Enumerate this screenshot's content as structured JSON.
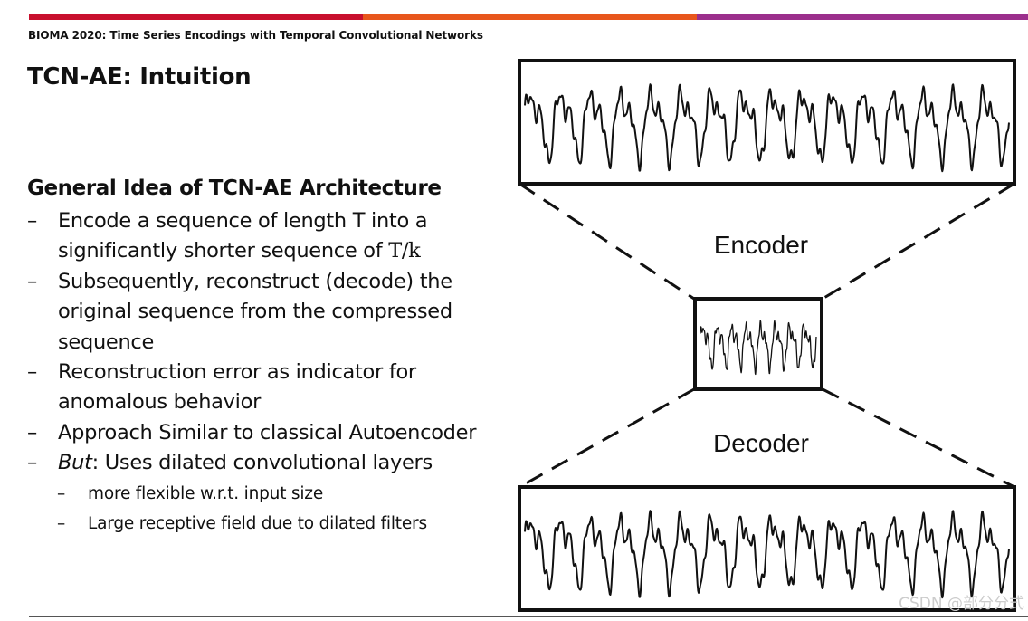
{
  "header": {
    "text": "BIOMA 2020: Time Series Encodings with Temporal Convolutional Networks",
    "bar_colors": [
      "#c8102e",
      "#e8561c",
      "#9b2f8c"
    ]
  },
  "slide": {
    "title": "TCN-AE: Intuition",
    "section_heading": "General Idea of TCN-AE Architecture",
    "bullets": {
      "b1_prefix": "Encode a sequence of length T into a significantly shorter sequence of ",
      "b1_formula": "T/k",
      "b2": "Subsequently, reconstruct (decode) the original sequence from the compressed sequence",
      "b3": "Reconstruction error as indicator for anomalous behavior",
      "b4": "Approach Similar to classical Autoencoder",
      "b5_italic": "But",
      "b5_rest": ": Uses dilated convolutional layers",
      "sub1": "more flexible w.r.t. input size",
      "sub2": "Large receptive field due to dilated filters"
    },
    "dash": "–"
  },
  "diagram": {
    "encoder_label": "Encoder",
    "decoder_label": "Decoder"
  },
  "watermark": "CSDN @部分分式"
}
